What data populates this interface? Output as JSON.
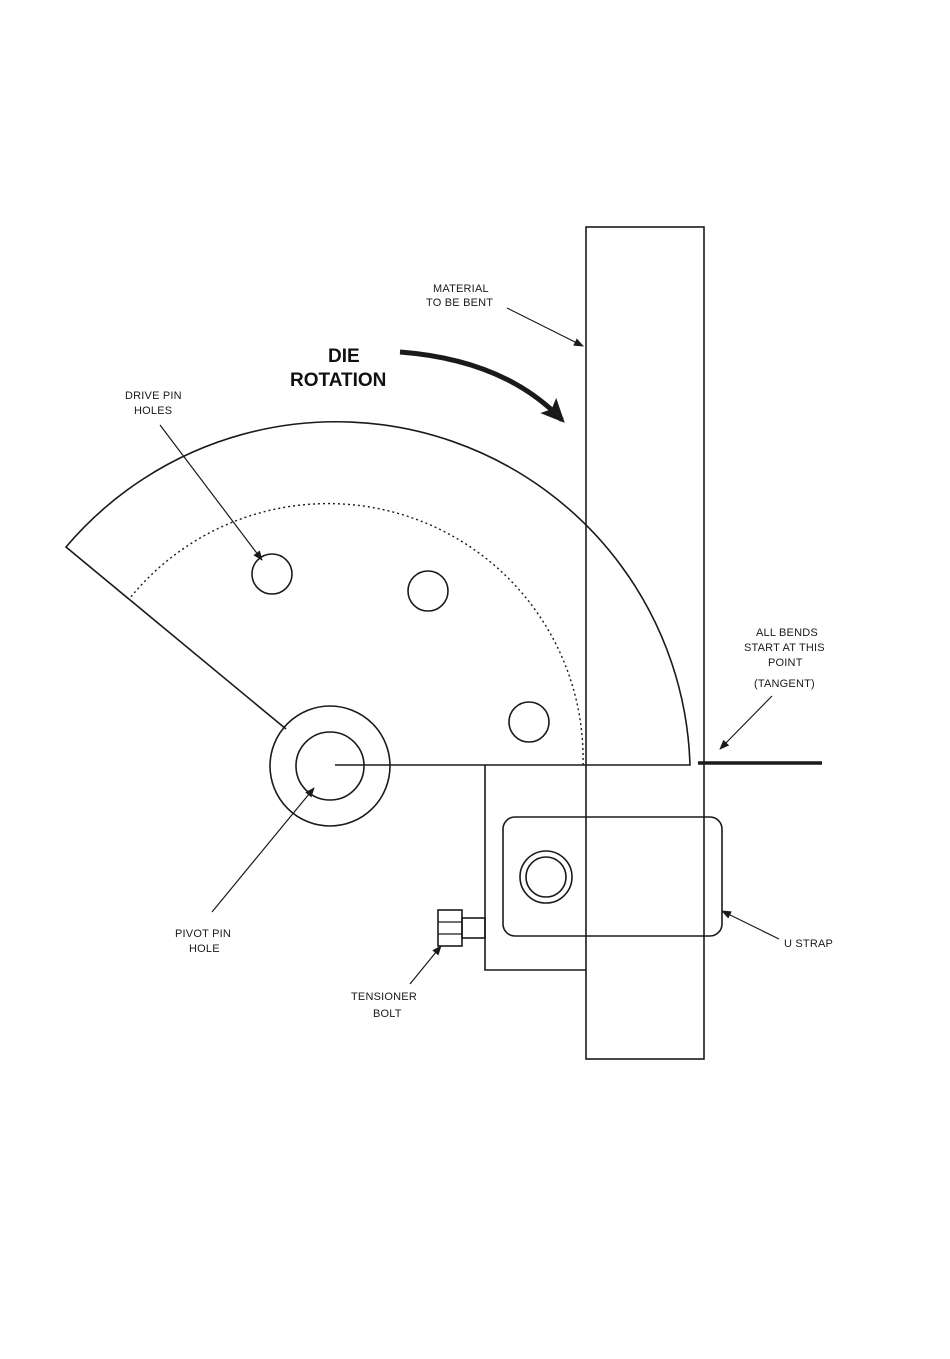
{
  "labels": {
    "material_line1": "MATERIAL",
    "material_line2": "TO BE BENT",
    "die_rotation_line1": "DIE",
    "die_rotation_line2": "ROTATION",
    "drive_pin_line1": "DRIVE PIN",
    "drive_pin_line2": "HOLES",
    "tangent_line1": "ALL BENDS",
    "tangent_line2": "START AT THIS",
    "tangent_line3": "POINT",
    "tangent_line4": "(TANGENT)",
    "pivot_line1": "PIVOT PIN",
    "pivot_line2": "HOLE",
    "tensioner_line1": "TENSIONER",
    "tensioner_line2": "BOLT",
    "ustrap": "U STRAP"
  },
  "colors": {
    "line": "#1a1a1a",
    "background": "#ffffff"
  }
}
